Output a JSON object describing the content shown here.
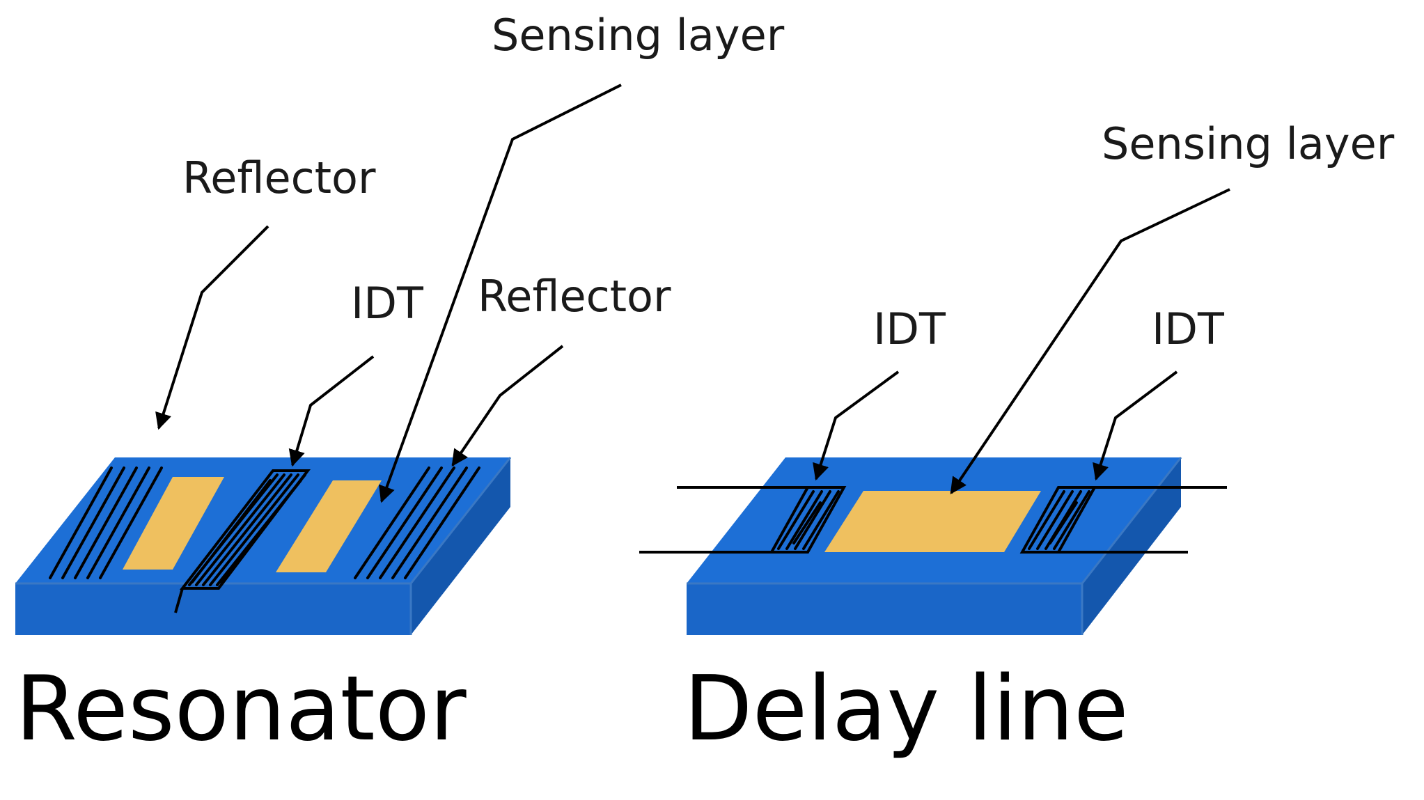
{
  "resonator": {
    "caption": "Resonator",
    "labels": {
      "sensing_layer": "Sensing layer",
      "reflector_left": "Reflector",
      "idt": "IDT",
      "reflector_right": "Reflector"
    }
  },
  "delay_line": {
    "caption": "Delay line",
    "labels": {
      "sensing_layer": "Sensing layer",
      "idt_left": "IDT",
      "idt_right": "IDT"
    }
  },
  "colors": {
    "substrate_top": "#1d6fd6",
    "substrate_front": "#1a66c8",
    "substrate_side": "#1457ad",
    "sensing_layer": "#efc05f",
    "lines": "#000000"
  }
}
